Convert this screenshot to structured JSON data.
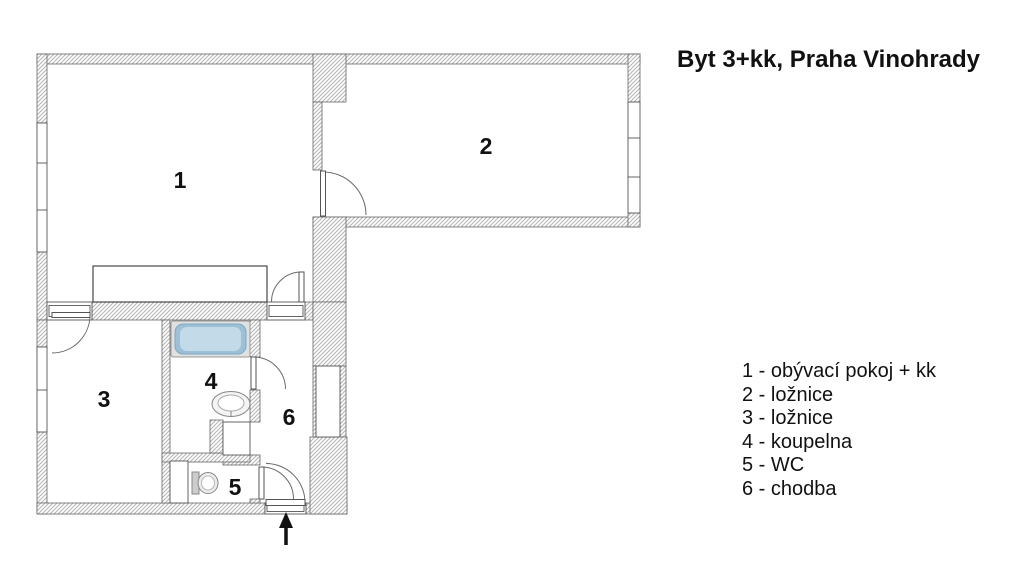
{
  "title": "Byt 3+kk, Praha Vinohrady",
  "rooms": [
    {
      "number": "1",
      "name": "obývací pokoj + kk"
    },
    {
      "number": "2",
      "name": "ložnice"
    },
    {
      "number": "3",
      "name": "ložnice"
    },
    {
      "number": "4",
      "name": "koupelna"
    },
    {
      "number": "5",
      "name": "WC"
    },
    {
      "number": "6",
      "name": "chodba"
    }
  ],
  "legend": {
    "items": [
      "1 - obývací pokoj + kk",
      "2 - ložnice",
      "3 - ložnice",
      "4 - koupelna",
      "5 - WC",
      "6 - chodba"
    ]
  },
  "colors": {
    "bathtub_fill": "#9dc0d6",
    "bathtub_inner": "#c3dae8",
    "wall_hatch": "#b5b5b5",
    "line": "#555555",
    "text": "#111111"
  },
  "icons": {
    "entrance_arrow": "up-arrow"
  }
}
